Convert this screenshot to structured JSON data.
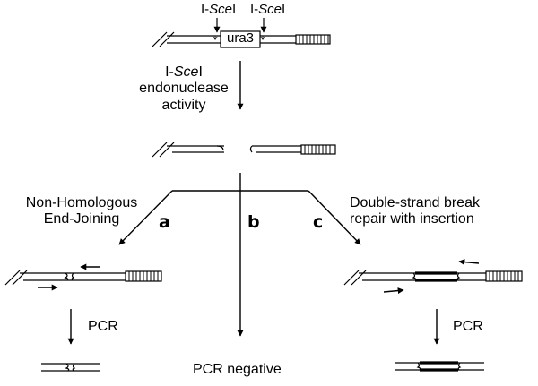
{
  "top_labels": {
    "prefix": "I-",
    "italic": "Sce",
    "suffix": "I"
  },
  "gene_label": "ura3",
  "endonuclease_text": {
    "line1_prefix": "I-",
    "line1_italic": "Sce",
    "line1_suffix": "I",
    "line2": "endonuclease",
    "line3": "activity"
  },
  "branch_a": {
    "letter": "a",
    "line1": "Non-Homologous",
    "line2": "End-Joining"
  },
  "branch_b": {
    "letter": "b"
  },
  "branch_c": {
    "letter": "c",
    "line1": "Double-strand break",
    "line2": "repair with insertion"
  },
  "pcr_label": "PCR",
  "pcr_negative": "PCR negative",
  "colors": {
    "ink": "#000000",
    "background": "#ffffff"
  }
}
